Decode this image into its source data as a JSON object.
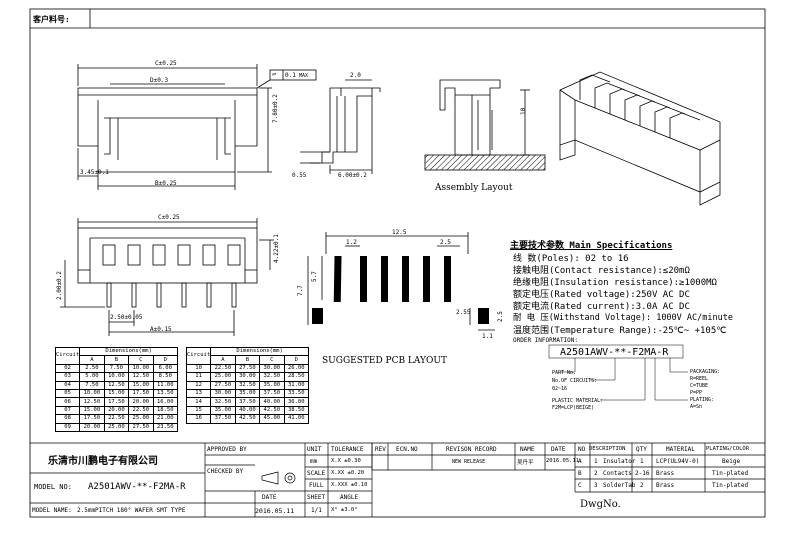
{
  "header": {
    "customer_part_label": "客户料号:"
  },
  "views": {
    "assembly_layout": "Assembly Layout",
    "suggested_pcb": "SUGGESTED PCB LAYOUT",
    "flatness": {
      "symbol": "▱",
      "value": "0.1",
      "unit": "MAX"
    }
  },
  "dims": {
    "c": "C±0.25",
    "b": "B±0.25",
    "d": "D±0.3",
    "a": "A±0.15",
    "d345": "3.45±0.1",
    "d780": "7.80±0.2",
    "d600": "6.00±0.2",
    "d250": "2.50±0.05",
    "d200": "2.00±0.2",
    "d422": "4.22±0.1",
    "d055": "0.55",
    "d20": "2.0",
    "d10": "10",
    "p125": "12.5",
    "p12": "1.2",
    "p25": "2.5",
    "p77": "7.7",
    "p57": "5.7",
    "p255": "2.55",
    "p25b": "2.5",
    "p11": "1.1"
  },
  "specs": {
    "title": "主要技术参数 Main Specifications",
    "rows": [
      "线    数(Poles): 02 to 16",
      "接触电阻(Contact resistance):≤20mΩ",
      "绝缘电阻(Insulation resistance):≥1000MΩ",
      "额定电压(Rated voltage):250V AC DC",
      "额定电流(Rated current):3.0A AC DC",
      "耐 电 压(Withstand Voltage): 1000V AC/minute",
      "温度范围(Temperature Range):-25℃~ +105℃"
    ],
    "order_info_label": "ORDER INFORMATION:",
    "part_code": "A2501AWV-**-F2MA-R",
    "order_left": [
      "PART No.",
      "No.OF CIRCUITS:",
      "02~16",
      "PLASTIC MATERIAL:",
      "F2M=LCP(BEIGE)"
    ],
    "order_right": [
      "PACKAGING:",
      "R=REEL",
      "C=TUBE",
      "P=PP",
      "PLATING:",
      "A=Sn"
    ]
  },
  "dim_table_left": {
    "headers": [
      "Circuit",
      "Dimensions(mm)",
      "A",
      "B",
      "C",
      "D"
    ],
    "rows": [
      [
        "02",
        "2.50",
        "7.50",
        "10.00",
        "6.00"
      ],
      [
        "03",
        "5.00",
        "10.00",
        "12.50",
        "8.50"
      ],
      [
        "04",
        "7.50",
        "12.50",
        "15.00",
        "11.00"
      ],
      [
        "05",
        "10.00",
        "15.00",
        "17.50",
        "13.50"
      ],
      [
        "06",
        "12.50",
        "17.50",
        "20.00",
        "16.00"
      ],
      [
        "07",
        "15.00",
        "20.00",
        "22.50",
        "18.50"
      ],
      [
        "08",
        "17.50",
        "22.50",
        "25.00",
        "21.00"
      ],
      [
        "09",
        "20.00",
        "25.00",
        "27.50",
        "23.50"
      ]
    ]
  },
  "dim_table_right": {
    "headers": [
      "Circuit",
      "Dimensions(mm)",
      "A",
      "B",
      "C",
      "D"
    ],
    "rows": [
      [
        "10",
        "22.50",
        "27.50",
        "30.00",
        "26.00"
      ],
      [
        "11",
        "25.00",
        "30.00",
        "32.50",
        "28.50"
      ],
      [
        "12",
        "27.50",
        "32.50",
        "35.00",
        "31.00"
      ],
      [
        "13",
        "30.00",
        "35.00",
        "37.50",
        "33.50"
      ],
      [
        "14",
        "32.50",
        "37.50",
        "40.00",
        "36.00"
      ],
      [
        "15",
        "35.00",
        "40.00",
        "42.50",
        "38.50"
      ],
      [
        "16",
        "37.50",
        "42.50",
        "45.00",
        "41.00"
      ]
    ]
  },
  "title_block": {
    "company": "乐清市川鹏电子有限公司",
    "model_no_label": "MODEL NO:",
    "model_no": "A2501AWV-**-F2MA-R",
    "model_name_label": "MODEL NAME:",
    "model_name": "2.5mmPITCH 180° WAFER SMT TYPE",
    "approved_by": "APPROVED BY",
    "checked_by": "CHECKED BY",
    "date_label": "DATE",
    "date": "2016.05.11",
    "unit": "UNIT",
    "unit_val": "mm",
    "scale": "SCALE",
    "full": "FULL",
    "sheet": "SHEET",
    "sheet_val": "1/1",
    "tolerance": "TOLERANCE",
    "tol_rows": [
      "X.X    ±0.30",
      "X.XX  ±0.20",
      "X.XXX  ±0.10"
    ],
    "angle": "ANGLE",
    "angle_val": "X°    ±3.0°",
    "rev": "REV",
    "ecn": "ECN.NO",
    "revision_record": "REVISON RECORD",
    "new_release": "NEW RELEASE",
    "name": "NAME",
    "name_val": "吴丹平",
    "date2": "DATE",
    "date2_val": "2016.05.11",
    "bom_headers": [
      "NO",
      "DESCRIPTION",
      "QTY",
      "MATERIAL",
      "PLATING/COLOR"
    ],
    "bom": [
      [
        "1",
        "Insulator",
        "1",
        "LCP(UL94V-0)",
        "Beige"
      ],
      [
        "2",
        "Contacts",
        "2-16",
        "Brass",
        "Tin-plated"
      ],
      [
        "3",
        "SolderTab",
        "2",
        "Brass",
        "Tin-plated"
      ]
    ],
    "bom_letters": [
      "A",
      "B",
      "C"
    ],
    "dwg_no": "DwgNo."
  }
}
